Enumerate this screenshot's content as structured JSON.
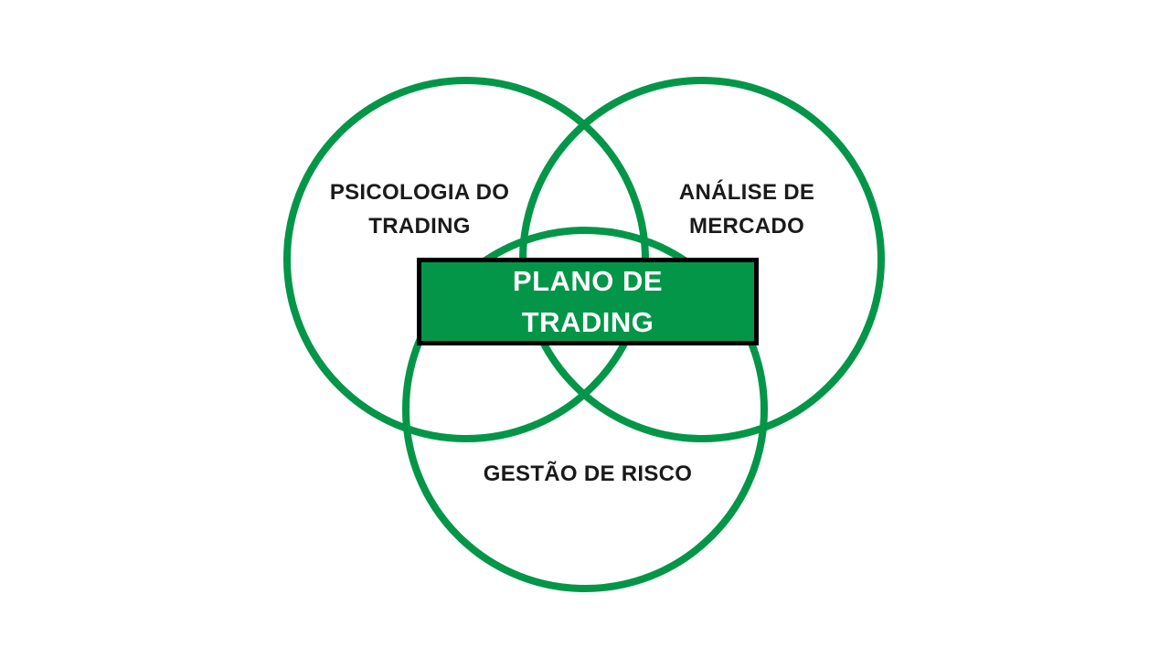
{
  "diagram": {
    "type": "venn",
    "colors": {
      "green": "#049648",
      "black": "#000000",
      "label_text": "#1a1a1a",
      "white": "#ffffff"
    },
    "circles": [
      {
        "name": "psicologia-do-trading",
        "label_line1": "PSICOLOGIA DO",
        "label_line2": "TRADING"
      },
      {
        "name": "analise-de-mercado",
        "label_line1": "ANÁLISE DE",
        "label_line2": "MERCADO"
      },
      {
        "name": "gestao-de-risco",
        "label_line1": "GESTÃO DE RISCO"
      }
    ],
    "center_box": {
      "line1": "PLANO DE",
      "line2": "TRADING"
    }
  }
}
